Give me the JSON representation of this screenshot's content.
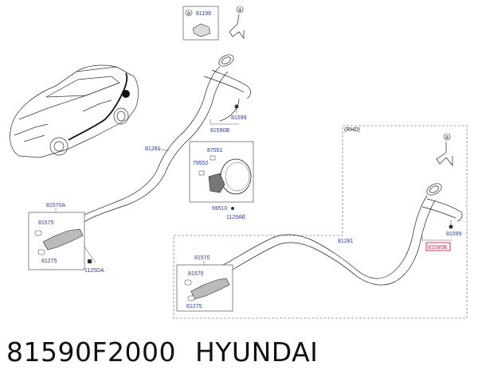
{
  "labels": {
    "circle_a": "a",
    "p81199": "81199",
    "p81590B": "81590B",
    "p81599_top": "81599",
    "p81281_main": "81281",
    "p87551": "87551",
    "p79552": "79552",
    "p69510": "69510",
    "p1129AE": "1129AE",
    "p81570A": "81570A",
    "p81575_a": "81575",
    "p81275_a": "81275",
    "p1125DA": "1125DA",
    "rhd": "(RHD)",
    "p81281_rhd": "81281",
    "p81599_rhd": "81599",
    "p81590B_rhd": "81590B",
    "p81570": "81570",
    "p81575_b": "81575",
    "p81275_b": "81275"
  },
  "caption": {
    "part_number": "81590F2000",
    "brand": "HYUNDAI"
  },
  "colors": {
    "label_blue": "#2a3b8f",
    "highlight_red": "#d0204a",
    "line": "#222222"
  }
}
